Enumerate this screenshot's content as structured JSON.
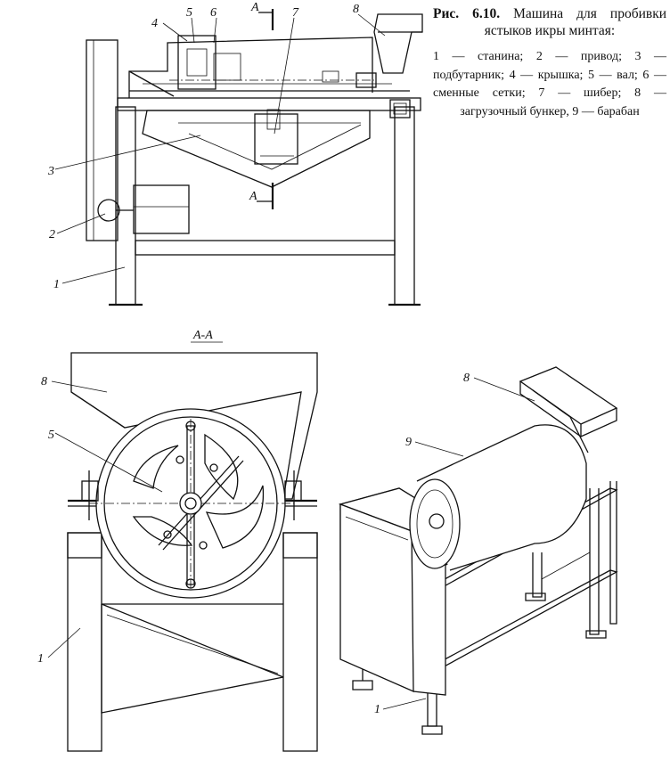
{
  "caption": {
    "fig_label": "Рис. 6.10.",
    "title": "Машина для пробивки ястыков икры минтая:",
    "legend": "1 — станина; 2 — привод; 3 — подбутарник; 4 — крышка; 5 — вал; 6 — сменные сетки; 7 — шибер; 8 — загрузочный бункер, 9 — барабан"
  },
  "front_view": {
    "section_mark_top": "А",
    "section_mark_bottom": "А",
    "labels": {
      "n1": "1",
      "n2": "2",
      "n3": "3",
      "n4": "4",
      "n5": "5",
      "n6": "6",
      "n7": "7",
      "n8": "8"
    }
  },
  "section_view": {
    "title": "А-А",
    "labels": {
      "n1": "1",
      "n5": "5",
      "n8": "8"
    }
  },
  "iso_view": {
    "labels": {
      "n1": "1",
      "n8": "8",
      "n9": "9"
    }
  }
}
